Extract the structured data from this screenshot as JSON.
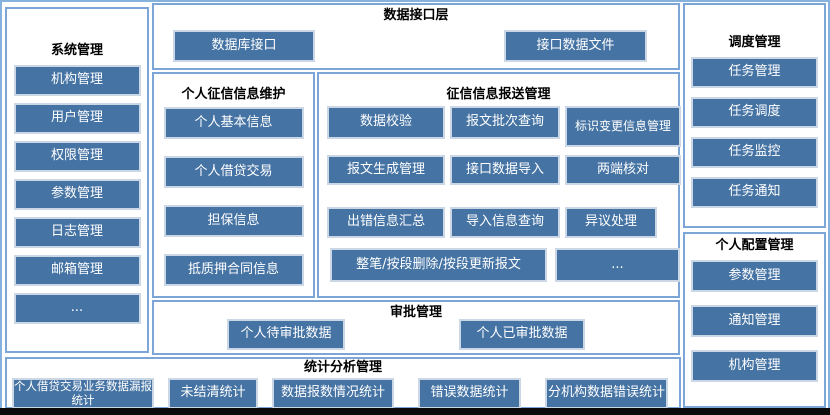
{
  "colors": {
    "button_fill": "#4573a3",
    "button_border": "#cbd7e5",
    "panel_border": "#7ca6d8",
    "outer_border": "#86b2e0",
    "button_text": "#ffffff",
    "title_text": "#000000",
    "bottom_bar": "#0b0b0b"
  },
  "panels": {
    "system": {
      "title": "系统管理",
      "items": [
        "机构管理",
        "用户管理",
        "权限管理",
        "参数管理",
        "日志管理",
        "邮箱管理",
        "..."
      ]
    },
    "data_interface": {
      "title": "数据接口层",
      "items": [
        "数据库接口",
        "接口数据文件"
      ]
    },
    "maintenance": {
      "title": "个人征信信息维护",
      "items": [
        "个人基本信息",
        "个人借贷交易",
        "担保信息",
        "抵质押合同信息"
      ]
    },
    "reporting": {
      "title": "征信信息报送管理",
      "rows": [
        [
          "数据校验",
          "报文批次查询",
          "标识变更信息管理"
        ],
        [
          "报文生成管理",
          "接口数据导入",
          "两端核对"
        ],
        [
          "出错信息汇总",
          "导入信息查询",
          "异议处理"
        ],
        [
          "整笔/按段删除/按段更新报文",
          "..."
        ]
      ]
    },
    "approval": {
      "title": "审批管理",
      "items": [
        "个人待审批数据",
        "个人已审批数据"
      ]
    },
    "stats": {
      "title": "统计分析管理",
      "items": [
        "个人借贷交易业务数据漏报统计",
        "未结清统计",
        "数据报数情况统计",
        "错误数据统计",
        "分机构数据错误统计"
      ]
    },
    "scheduling": {
      "title": "调度管理",
      "items": [
        "任务管理",
        "任务调度",
        "任务监控",
        "任务通知"
      ]
    },
    "config": {
      "title": "个人配置管理",
      "items": [
        "参数管理",
        "通知管理",
        "机构管理"
      ]
    }
  }
}
